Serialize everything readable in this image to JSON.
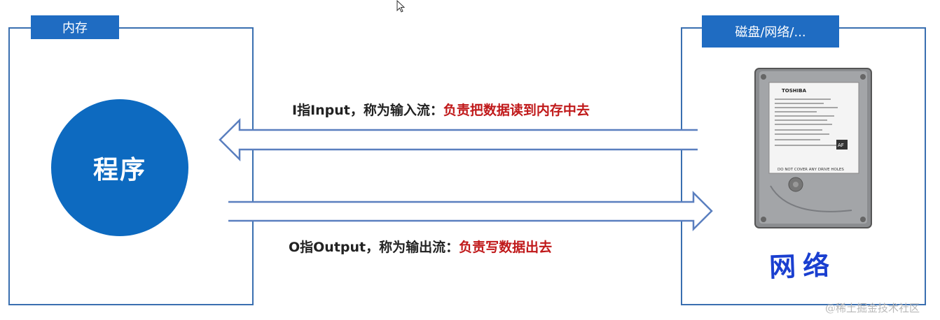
{
  "memory": {
    "tab_label": "内存"
  },
  "disk": {
    "tab_label": "磁盘/网络/...",
    "device_brand": "TOSHIBA",
    "device_sticker_text": "DO NOT COVER ANY DRIVE HOLES",
    "device_model": "AF"
  },
  "program": {
    "label": "程序"
  },
  "input_flow": {
    "prefix": "I指Input，称为输入流：",
    "highlight": "负责把数据读到内存中去"
  },
  "output_flow": {
    "prefix": "O指Output，称为输出流：",
    "highlight": "负责写数据出去"
  },
  "annotation": {
    "handwritten": "网络"
  },
  "watermark": "@稀土掘金技术社区",
  "colors": {
    "accent_blue": "#1f6cc2",
    "circle_blue": "#0d6ac0",
    "highlight_red": "#c0191a",
    "border": "#3a6fb0"
  }
}
